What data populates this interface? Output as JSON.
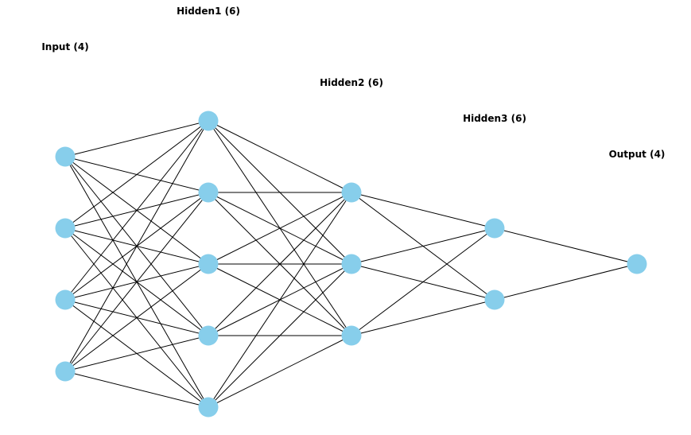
{
  "diagram": {
    "colors": {
      "node_fill": "#87CEEB",
      "edge": "#000000",
      "background": "#ffffff"
    },
    "layers": [
      {
        "id": "input",
        "label": "Input (4)",
        "node_count": 4
      },
      {
        "id": "hidden1",
        "label": "Hidden1 (6)",
        "node_count": 5
      },
      {
        "id": "hidden2",
        "label": "Hidden2 (6)",
        "node_count": 3
      },
      {
        "id": "hidden3",
        "label": "Hidden3 (6)",
        "node_count": 2
      },
      {
        "id": "output",
        "label": "Output (4)",
        "node_count": 1
      }
    ]
  }
}
